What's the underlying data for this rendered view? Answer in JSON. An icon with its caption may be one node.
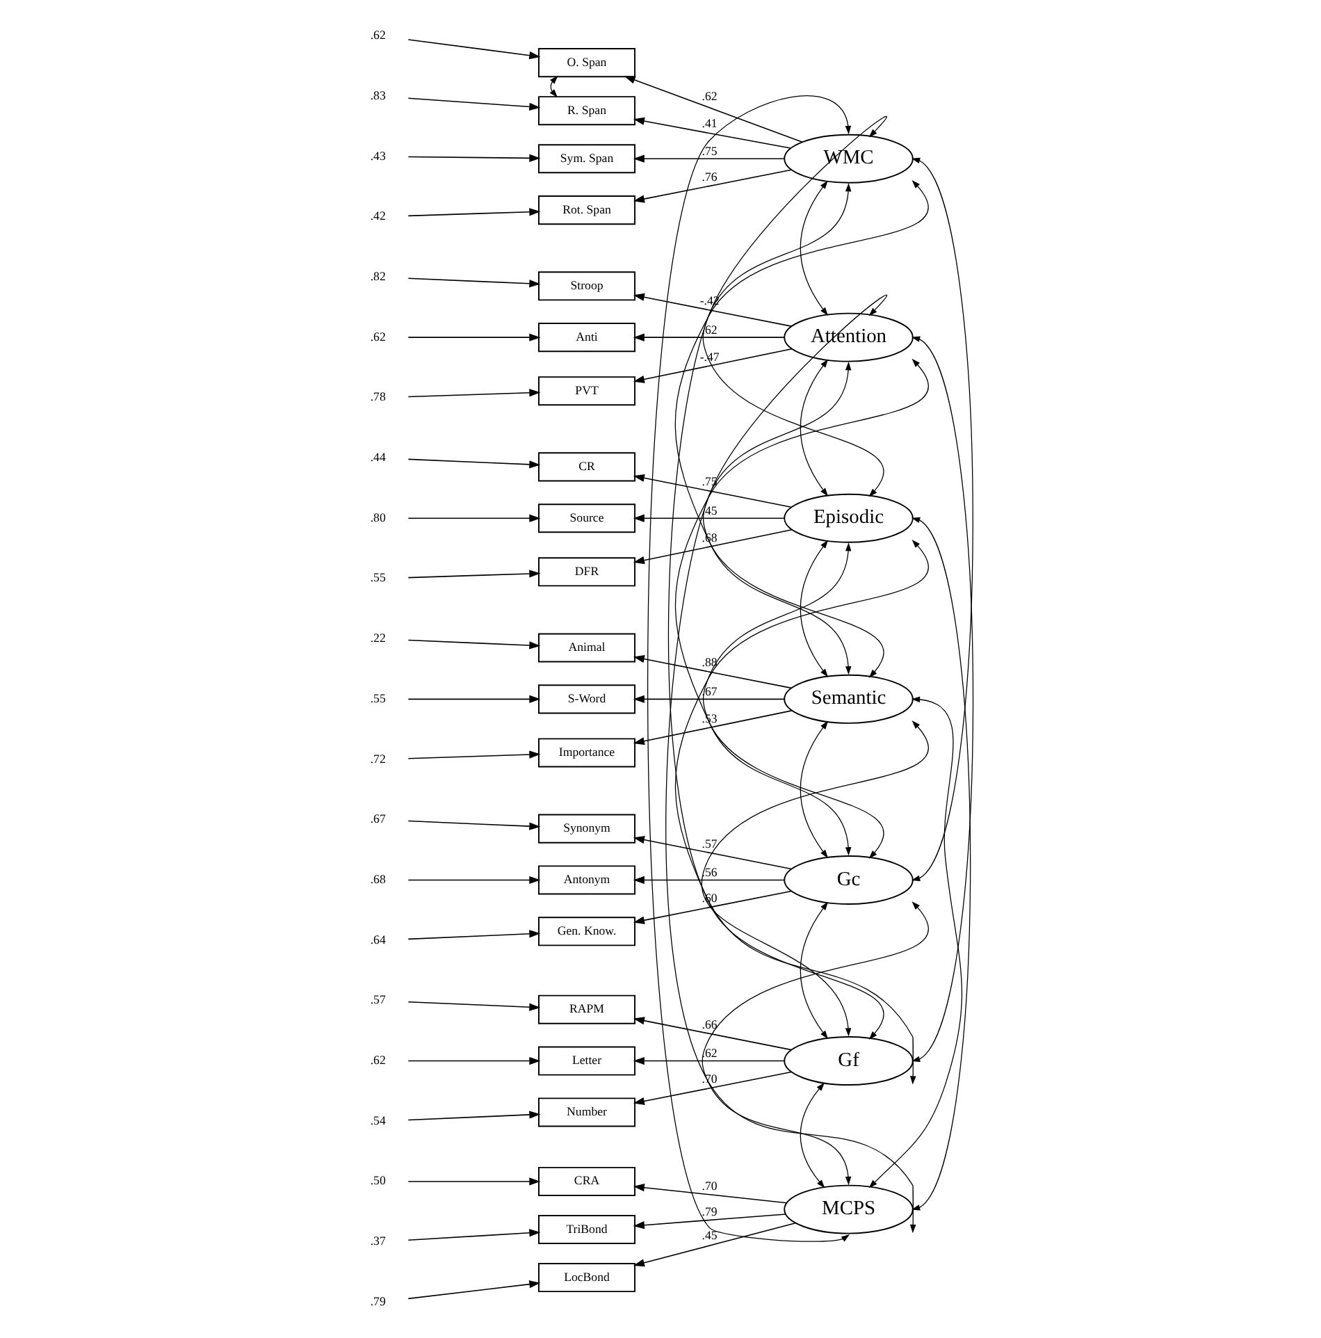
{
  "diagram": {
    "nodes": [
      {
        "text": [
          "O. Span"
        ]
      },
      {
        "text": [
          "R. Span"
        ]
      },
      {
        "text": [
          "Sym. Span"
        ]
      },
      {
        "text": [
          "Rot. Span"
        ]
      },
      {
        "text": [
          "Stroop"
        ]
      },
      {
        "text": [
          "Anti"
        ]
      },
      {
        "text": [
          "PVT"
        ]
      },
      {
        "text": [
          "CR"
        ]
      },
      {
        "text": [
          "Source"
        ]
      },
      {
        "text": [
          "DFR"
        ]
      },
      {
        "text": [
          "Animal"
        ]
      },
      {
        "text": [
          "S-Word"
        ]
      },
      {
        "text": [
          "Importance"
        ]
      },
      {
        "text": [
          "Synonym"
        ]
      },
      {
        "text": [
          "Antonym"
        ]
      },
      {
        "text": [
          "Gen. Know."
        ]
      },
      {
        "text": [
          "RAPM"
        ]
      },
      {
        "text": [
          "Letter"
        ]
      },
      {
        "text": [
          "Number"
        ]
      },
      {
        "text": [
          "CRA"
        ]
      },
      {
        "text": [
          "TriBond"
        ]
      },
      {
        "text": [
          "LocBond"
        ]
      },
      {
        "text": [
          "WMC"
        ]
      },
      {
        "text": [
          "Attention"
        ]
      },
      {
        "text": [
          "Episodic"
        ]
      },
      {
        "text": [
          "Semantic"
        ]
      },
      {
        "text": [
          "Gc"
        ]
      },
      {
        "text": [
          "Gf"
        ]
      },
      {
        "text": [
          "MCPS"
        ]
      },
      {
        "text": [
          ".62"
        ]
      },
      {
        "text": [
          ".83"
        ]
      },
      {
        "text": [
          ".43"
        ]
      },
      {
        "text": [
          ".42"
        ]
      },
      {
        "text": [
          ".82"
        ]
      },
      {
        "text": [
          ".62"
        ]
      },
      {
        "text": [
          ".78"
        ]
      },
      {
        "text": [
          ".44"
        ]
      },
      {
        "text": [
          ".80"
        ]
      },
      {
        "text": [
          ".55"
        ]
      },
      {
        "text": [
          ".22"
        ]
      },
      {
        "text": [
          ".55"
        ]
      },
      {
        "text": [
          ".72"
        ]
      },
      {
        "text": [
          ".67"
        ]
      },
      {
        "text": [
          ".68"
        ]
      },
      {
        "text": [
          ".64"
        ]
      },
      {
        "text": [
          ".57"
        ]
      },
      {
        "text": [
          ".62"
        ]
      },
      {
        "text": [
          ".54"
        ]
      },
      {
        "text": [
          ".50"
        ]
      },
      {
        "text": [
          ".37"
        ]
      },
      {
        "text": [
          ".79"
        ]
      }
    ],
    "edges": [
      {
        "from": 29,
        "to": 0,
        "arrow": "to"
      },
      {
        "from": 30,
        "to": 1,
        "arrow": "to"
      },
      {
        "from": 31,
        "to": 2,
        "arrow": "to"
      },
      {
        "from": 32,
        "to": 3,
        "arrow": "to"
      },
      {
        "from": 33,
        "to": 4,
        "arrow": "to"
      },
      {
        "from": 34,
        "to": 5,
        "arrow": "to"
      },
      {
        "from": 35,
        "to": 6,
        "arrow": "to"
      },
      {
        "from": 36,
        "to": 7,
        "arrow": "to"
      },
      {
        "from": 37,
        "to": 8,
        "arrow": "to"
      },
      {
        "from": 38,
        "to": 9,
        "arrow": "to"
      },
      {
        "from": 39,
        "to": 10,
        "arrow": "to"
      },
      {
        "from": 40,
        "to": 11,
        "arrow": "to"
      },
      {
        "from": 41,
        "to": 12,
        "arrow": "to"
      },
      {
        "from": 42,
        "to": 13,
        "arrow": "to"
      },
      {
        "from": 43,
        "to": 14,
        "arrow": "to"
      },
      {
        "from": 44,
        "to": 15,
        "arrow": "to"
      },
      {
        "from": 45,
        "to": 16,
        "arrow": "to"
      },
      {
        "from": 46,
        "to": 17,
        "arrow": "to"
      },
      {
        "from": 47,
        "to": 18,
        "arrow": "to"
      },
      {
        "from": 48,
        "to": 19,
        "arrow": "to"
      },
      {
        "from": 49,
        "to": 20,
        "arrow": "to"
      },
      {
        "from": 50,
        "to": 21,
        "arrow": "to"
      },
      {
        "from": 0,
        "to": 1,
        "arrow": "both"
      },
      {
        "from": 22,
        "to": 0,
        "arrow": "to",
        "label": ".62"
      },
      {
        "from": 22,
        "to": 1,
        "arrow": "to",
        "label": ".41"
      },
      {
        "from": 22,
        "to": 2,
        "arrow": "to",
        "label": ".75"
      },
      {
        "from": 22,
        "to": 3,
        "arrow": "to",
        "label": ".76"
      },
      {
        "from": 23,
        "to": 4,
        "arrow": "to",
        "label": "-.42"
      },
      {
        "from": 23,
        "to": 5,
        "arrow": "to",
        "label": ".62"
      },
      {
        "from": 23,
        "to": 6,
        "arrow": "to",
        "label": "-.47"
      },
      {
        "from": 24,
        "to": 7,
        "arrow": "to",
        "label": ".75"
      },
      {
        "from": 24,
        "to": 8,
        "arrow": "to",
        "label": ".45"
      },
      {
        "from": 24,
        "to": 9,
        "arrow": "to",
        "label": ".68"
      },
      {
        "from": 25,
        "to": 10,
        "arrow": "to",
        "label": ".88"
      },
      {
        "from": 25,
        "to": 11,
        "arrow": "to",
        "label": ".67"
      },
      {
        "from": 25,
        "to": 12,
        "arrow": "to",
        "label": ".53"
      },
      {
        "from": 26,
        "to": 13,
        "arrow": "to",
        "label": ".57"
      },
      {
        "from": 26,
        "to": 14,
        "arrow": "to",
        "label": ".56"
      },
      {
        "from": 26,
        "to": 15,
        "arrow": "to",
        "label": ".60"
      },
      {
        "from": 27,
        "to": 16,
        "arrow": "to",
        "label": ".66"
      },
      {
        "from": 27,
        "to": 17,
        "arrow": "to",
        "label": ".62"
      },
      {
        "from": 27,
        "to": 18,
        "arrow": "to",
        "label": ".70"
      },
      {
        "from": 28,
        "to": 19,
        "arrow": "to",
        "label": ".70"
      },
      {
        "from": 28,
        "to": 20,
        "arrow": "to",
        "label": ".79"
      },
      {
        "from": 28,
        "to": 21,
        "arrow": "to",
        "label": ".45"
      },
      {
        "from": 22,
        "to": 23,
        "arrow": "both"
      },
      {
        "from": 22,
        "to": 24,
        "arrow": "both"
      },
      {
        "from": 22,
        "to": 25,
        "arrow": "both"
      },
      {
        "from": 22,
        "to": 26,
        "arrow": "both"
      },
      {
        "from": 22,
        "to": 27,
        "arrow": "both"
      },
      {
        "from": 22,
        "to": 28,
        "arrow": "both"
      },
      {
        "from": 23,
        "to": 24,
        "arrow": "both"
      },
      {
        "from": 23,
        "to": 25,
        "arrow": "both"
      },
      {
        "from": 23,
        "to": 26,
        "arrow": "both"
      },
      {
        "from": 23,
        "to": 27,
        "arrow": "both"
      },
      {
        "from": 23,
        "to": 28,
        "arrow": "both"
      },
      {
        "from": 24,
        "to": 25,
        "arrow": "both"
      },
      {
        "from": 24,
        "to": 26,
        "arrow": "both"
      },
      {
        "from": 24,
        "to": 27,
        "arrow": "both"
      },
      {
        "from": 24,
        "to": 28,
        "arrow": "both"
      },
      {
        "from": 25,
        "to": 26,
        "arrow": "both"
      },
      {
        "from": 25,
        "to": 27,
        "arrow": "both"
      },
      {
        "from": 25,
        "to": 28,
        "arrow": "both"
      },
      {
        "from": 26,
        "to": 27,
        "arrow": "both"
      },
      {
        "from": 26,
        "to": 28,
        "arrow": "both"
      },
      {
        "from": 27,
        "to": 28,
        "arrow": "both"
      }
    ]
  }
}
